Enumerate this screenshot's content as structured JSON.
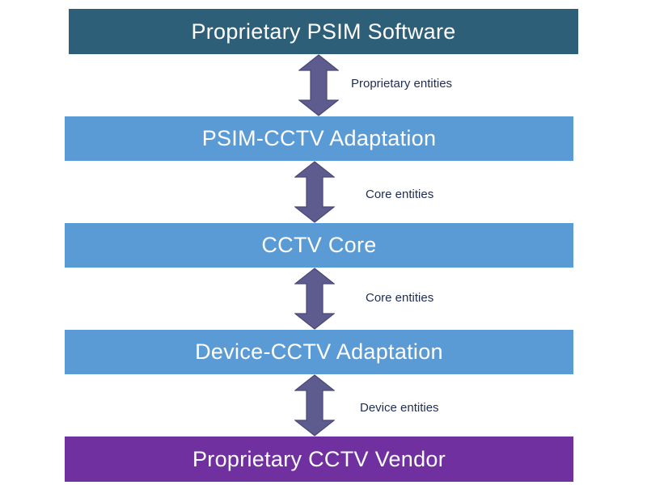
{
  "colors": {
    "top": "#2e5f79",
    "middle": "#5b9bd5",
    "bottom": "#7030a0",
    "arrow": "#5e5b8f",
    "arrow_stroke": "#4a4778",
    "label": "#1f2d55"
  },
  "layers": [
    {
      "label": "Proprietary PSIM Software"
    },
    {
      "label": "PSIM-CCTV Adaptation"
    },
    {
      "label": "CCTV Core"
    },
    {
      "label": "Device-CCTV Adaptation"
    },
    {
      "label": "Proprietary CCTV Vendor"
    }
  ],
  "connections": [
    {
      "label": "Proprietary entities",
      "icon": "double-arrow-vertical"
    },
    {
      "label": "Core entities",
      "icon": "double-arrow-vertical"
    },
    {
      "label": "Core entities",
      "icon": "double-arrow-vertical"
    },
    {
      "label": "Device entities",
      "icon": "double-arrow-vertical"
    }
  ]
}
